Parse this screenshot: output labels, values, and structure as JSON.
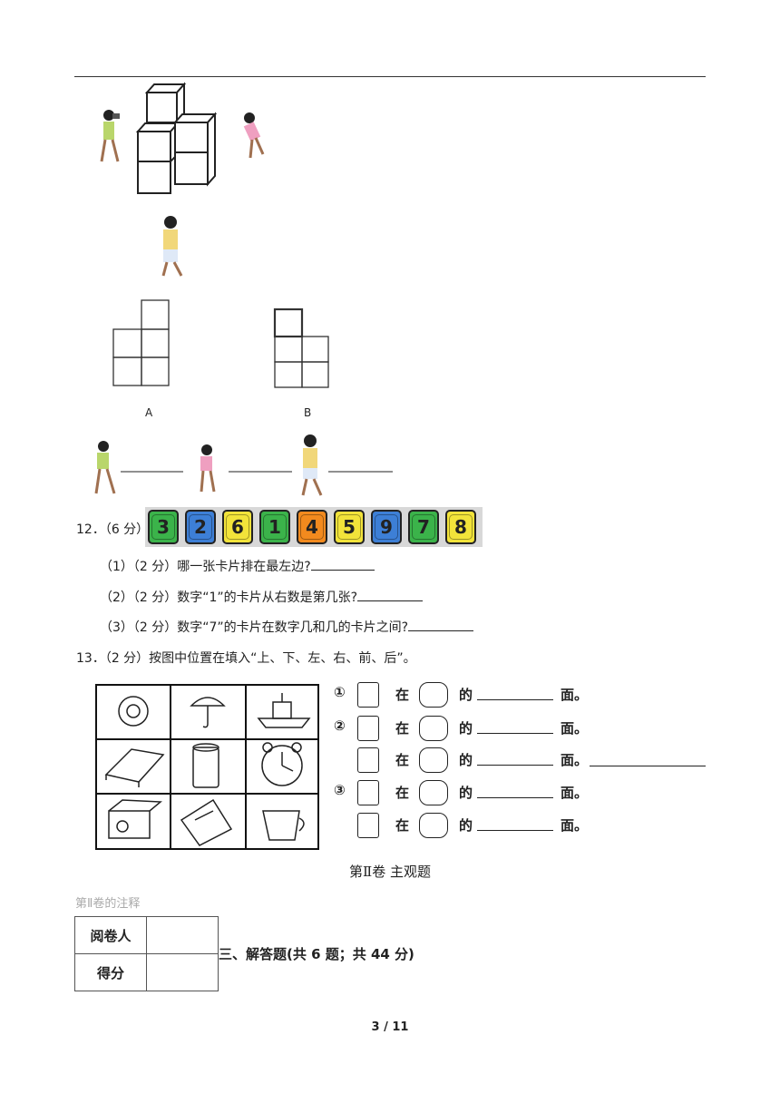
{
  "figure_top": {
    "option_a_label": "A",
    "option_b_label": "B"
  },
  "q12": {
    "number": "12．（6 分）",
    "cards": [
      {
        "digit": "3",
        "color": "#3bb34a"
      },
      {
        "digit": "2",
        "color": "#3d7fd6"
      },
      {
        "digit": "6",
        "color": "#f2e33a"
      },
      {
        "digit": "1",
        "color": "#3bb34a"
      },
      {
        "digit": "4",
        "color": "#f28a1e"
      },
      {
        "digit": "5",
        "color": "#f2e33a"
      },
      {
        "digit": "9",
        "color": "#3d7fd6"
      },
      {
        "digit": "7",
        "color": "#3bb34a"
      },
      {
        "digit": "8",
        "color": "#f2e33a"
      }
    ],
    "sub1": "（1）（2 分）哪一张卡片排在最左边?",
    "sub2": "（2）（2 分）数字“1”的卡片从右数是第几张?",
    "sub3": "（3）（2 分）数字“7”的卡片在数字几和几的卡片之间?"
  },
  "q13": {
    "prompt": "13．（2 分）按图中位置在填入“上、下、左、右、前、后”。",
    "marker1": "①",
    "marker2": "②",
    "marker3": "③",
    "zai": "在",
    "de": "的",
    "mian": "面。"
  },
  "section2": {
    "title": "第Ⅱ卷  主观题",
    "note": "第Ⅱ卷的注释",
    "reviewer": "阅卷人",
    "score": "得分",
    "heading": "三、解答题(共 6 题；共 44 分)"
  },
  "page_number": "3 / 11"
}
